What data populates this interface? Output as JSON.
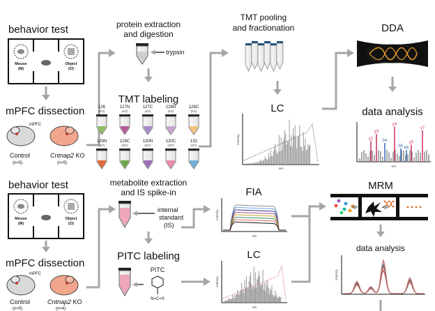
{
  "proteomics": {
    "behavior_title": "behavior test",
    "mouse_label": "Mouse",
    "mouse_code": "(M)",
    "object_label": "Object",
    "object_code": "(O)",
    "dissection_title": "mPFC dissection",
    "mpfc_label": "mPFC",
    "control_label": "Control",
    "control_n": "(n=5)",
    "ko_gene": "Cntnap2",
    "ko_suffix": " KO",
    "ko_n": "(n=5)",
    "extraction_title_1": "protein extraction",
    "extraction_title_2": "and digestion",
    "trypsin_label": "trypsin",
    "tmt_title": "TMT labeling",
    "tmt_row1": [
      {
        "tag": "126",
        "group": "(KO)",
        "color": "#8fbf6a"
      },
      {
        "tag": "127N",
        "group": "(KO)",
        "color": "#b55a9a"
      },
      {
        "tag": "127C",
        "group": "(KO)",
        "color": "#a98ac9"
      },
      {
        "tag": "128N",
        "group": "(KO)",
        "color": "#c9a2d3"
      },
      {
        "tag": "128C",
        "group": "(KO)",
        "color": "#f0c27a"
      }
    ],
    "tmt_row2": [
      {
        "tag": "129N",
        "group": "(WT)",
        "color": "#e06a3a"
      },
      {
        "tag": "129C",
        "group": "(WT)",
        "color": "#6fa84a"
      },
      {
        "tag": "130N",
        "group": "(WT)",
        "color": "#9b6ab8"
      },
      {
        "tag": "130C",
        "group": "(WT)",
        "color": "#e98aa8"
      },
      {
        "tag": "131",
        "group": "(WT)",
        "color": "#6fb0d8"
      }
    ],
    "pooling_title_1": "TMT pooling",
    "pooling_title_2": "and fractionation",
    "lc_title": "LC",
    "lc_ylabel": "intensity",
    "lc_xlabel": "min",
    "dda_title": "DDA",
    "analysis_title": "data analysis",
    "ms_xlabel": "m/z",
    "ms_ions": [
      "y2",
      "y3",
      "b4",
      "y4",
      "b5",
      "b6",
      "y5",
      "y7"
    ]
  },
  "metabolomics": {
    "behavior_title": "behavior test",
    "mouse_label": "Mouse",
    "mouse_code": "(M)",
    "object_label": "Object",
    "object_code": "(O)",
    "dissection_title": "mPFC dissection",
    "mpfc_label": "mPFC",
    "control_label": "Control",
    "control_n": "(n=5)",
    "ko_gene": "Cntnap2",
    "ko_suffix": " KO",
    "ko_n": "(n=4)",
    "extraction_title_1": "metabolite extraction",
    "extraction_title_2": "and IS spike-in",
    "is_label_1": "internal",
    "is_label_2": "standard",
    "is_label_3": "(IS)",
    "pitc_title": "PITC labeling",
    "pitc_label": "PITC",
    "pitc_formula": "N=C=S",
    "fia_title": "FIA",
    "fia_ylabel": "intensity",
    "fia_xlabel": "min",
    "lc_title": "LC",
    "lc_ylabel": "intensity",
    "lc_xlabel": "min",
    "mrm_title": "MRM",
    "analysis_title": "data analysis",
    "analysis_ylabel": "intensity"
  },
  "colors": {
    "arrow": "#a6a6a6",
    "control_mouse": "#d9d9d9",
    "ko_mouse": "#f2a58a",
    "tube_pink": "#f0a5b8"
  }
}
